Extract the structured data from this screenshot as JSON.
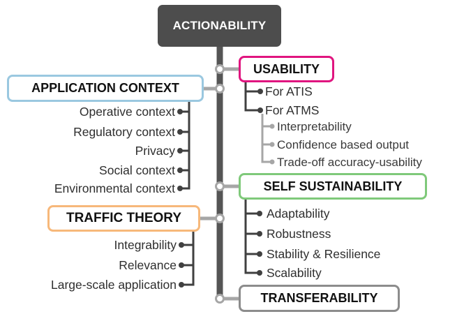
{
  "root": {
    "label": "ACTIONABILITY"
  },
  "categories": {
    "usability": {
      "label": "USABILITY",
      "color": "#e0157f",
      "items": [
        "For ATIS",
        "For ATMS"
      ],
      "subitems": [
        "Interpretability",
        "Confidence based output",
        "Trade-off accuracy-usability"
      ]
    },
    "application_context": {
      "label": "APPLICATION CONTEXT",
      "color": "#9ac8e0",
      "items": [
        "Operative context",
        "Regulatory context",
        "Privacy",
        "Social context",
        "Environmental context"
      ]
    },
    "self_sustainability": {
      "label": "SELF SUSTAINABILITY",
      "color": "#7fc97a",
      "items": [
        "Adaptability",
        "Robustness",
        "Stability & Resilience",
        "Scalability"
      ]
    },
    "traffic_theory": {
      "label": "TRAFFIC THEORY",
      "color": "#f7b87a",
      "items": [
        "Integrability",
        "Relevance",
        "Large-scale application"
      ]
    },
    "transferability": {
      "label": "TRANSFERABILITY",
      "color": "#8c8c8c"
    }
  },
  "trunk_color": "#555555",
  "node_color": "#a6a6a6"
}
